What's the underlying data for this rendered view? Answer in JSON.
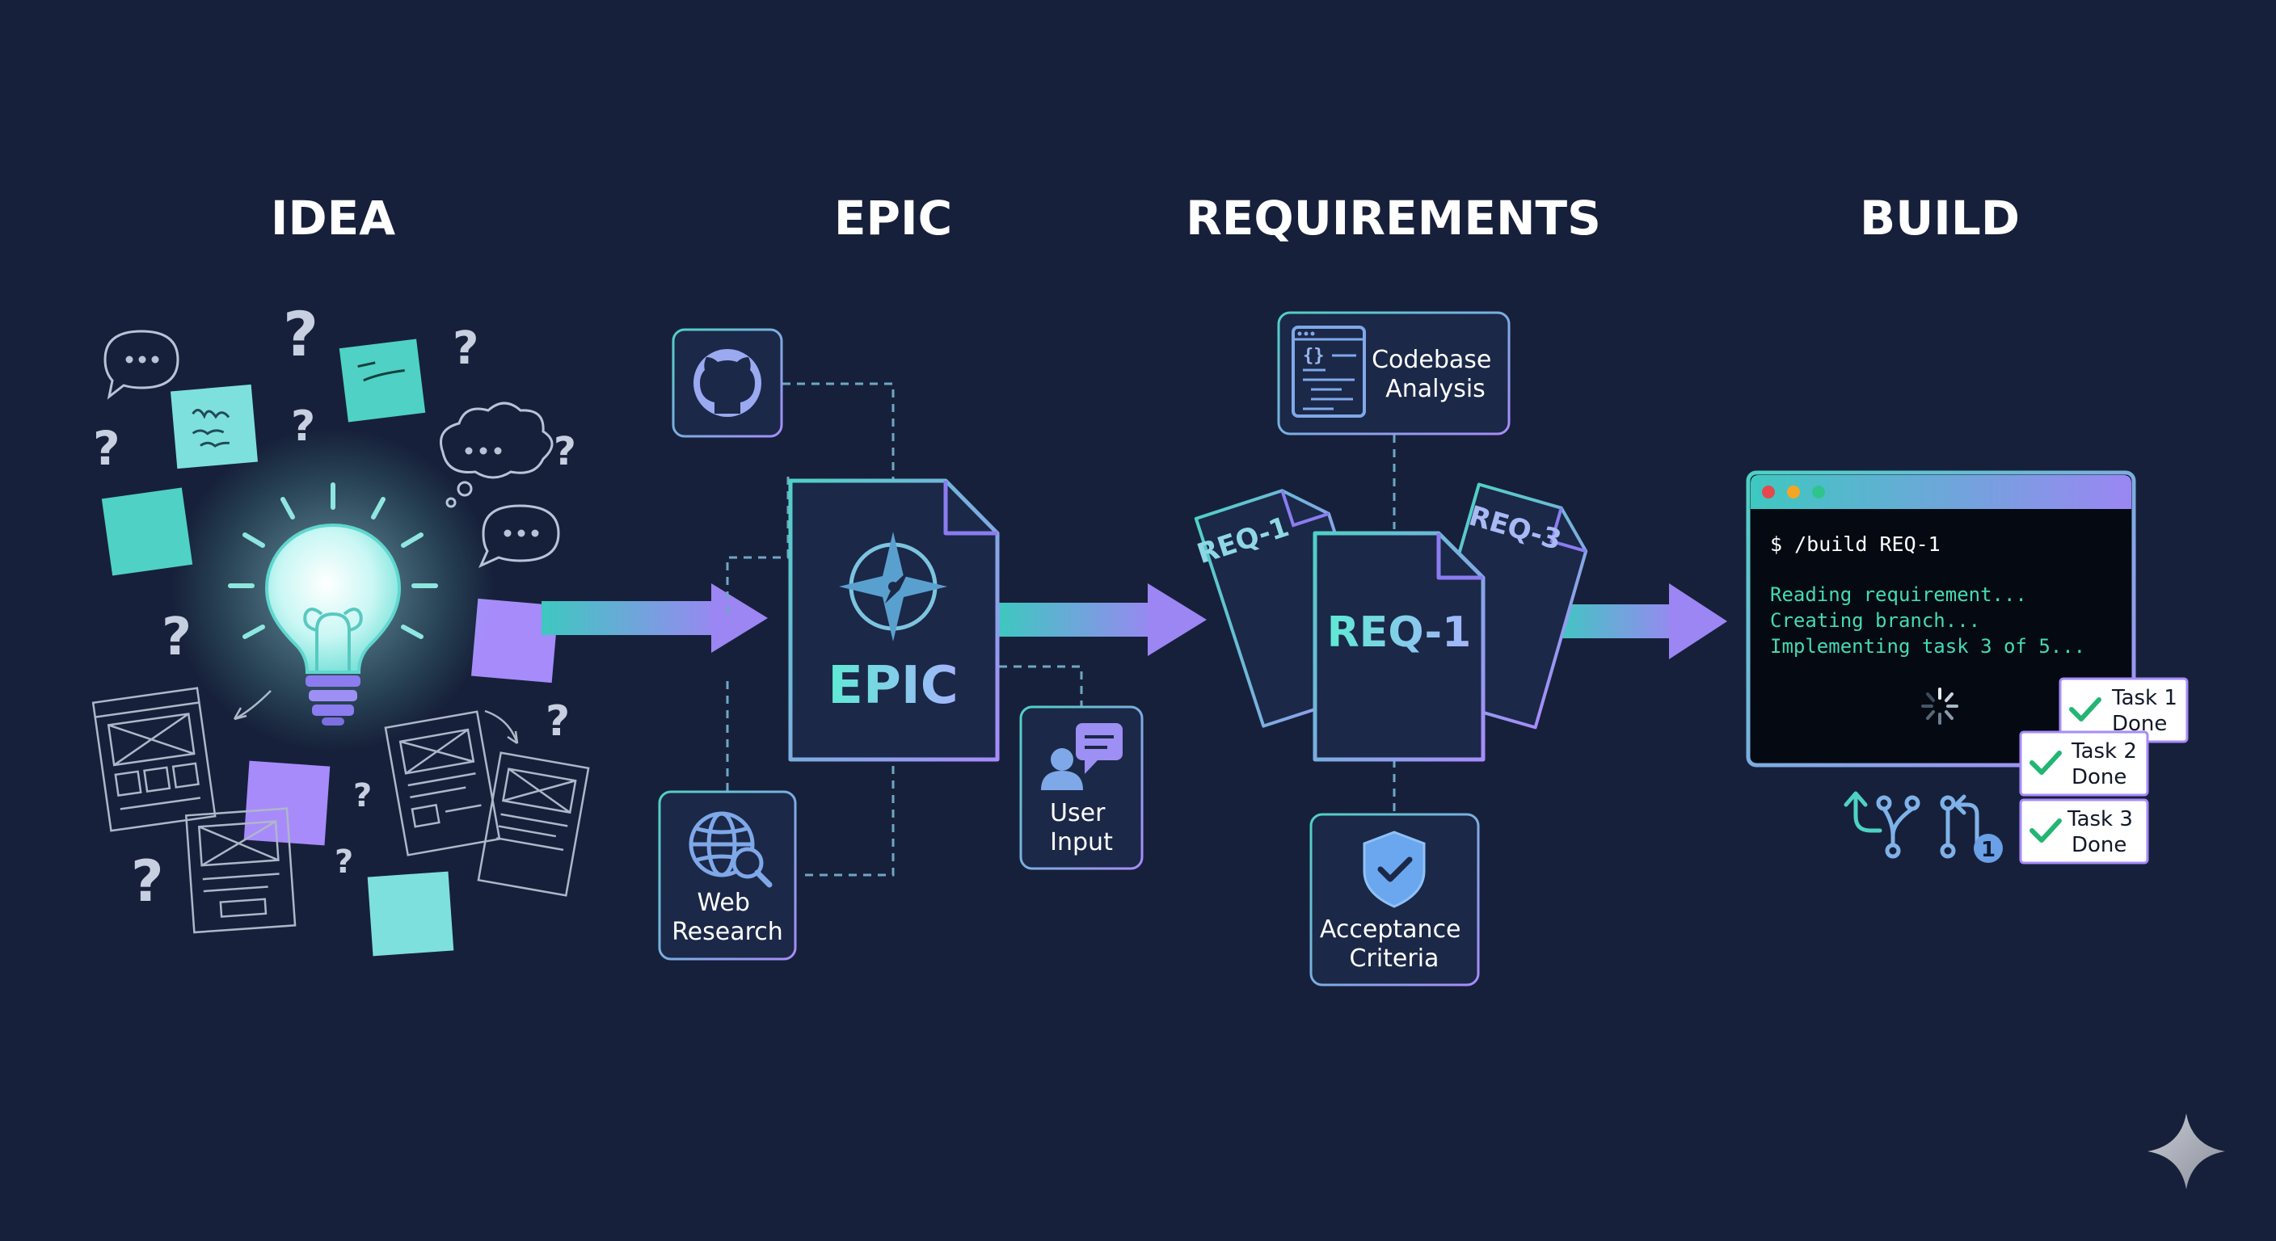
{
  "stages": [
    {
      "title": "IDEA"
    },
    {
      "title": "EPIC"
    },
    {
      "title": "REQUIREMENTS"
    },
    {
      "title": "BUILD"
    }
  ],
  "epic": {
    "doc_label": "EPIC",
    "inputs": [
      {
        "name": "github",
        "icon": "github-icon",
        "label": ""
      },
      {
        "name": "web-research",
        "icon": "globe-search-icon",
        "label_lines": [
          "Web",
          "Research"
        ]
      },
      {
        "name": "user-input",
        "icon": "user-chat-icon",
        "label_lines": [
          "User",
          "Input"
        ]
      }
    ]
  },
  "requirements": {
    "codebase_lines": [
      "Codebase",
      "Analysis"
    ],
    "acceptance_lines": [
      "Acceptance",
      "Criteria"
    ],
    "docs": [
      {
        "label": "REQ-1",
        "position": "back-left"
      },
      {
        "label": "REQ-3",
        "position": "back-right"
      },
      {
        "label": "REQ-1",
        "position": "front"
      }
    ]
  },
  "build": {
    "terminal": {
      "command": "$ /build REQ-1",
      "output": [
        "Reading requirement...",
        "Creating branch...",
        "Implementing task 3 of 5..."
      ],
      "window_dots": [
        "#e5484d",
        "#f5a524",
        "#30c48d"
      ]
    },
    "tasks": [
      {
        "lines": [
          "Task 1",
          "Done"
        ],
        "status": "done"
      },
      {
        "lines": [
          "Task 2",
          "Done"
        ],
        "status": "done"
      },
      {
        "lines": [
          "Task 3",
          "Done"
        ],
        "status": "done"
      }
    ],
    "git_icons": [
      "git-commit-icon",
      "git-branch-icon",
      "git-pull-request-icon"
    ],
    "pr_badge": "1"
  },
  "colors": {
    "background": "#17203a",
    "teal": "#4fd1c5",
    "violet": "#a78bfa",
    "sticky_teal": "#5eead4",
    "sticky_violet": "#c4b5fd",
    "terminal_green": "#46d9b4"
  }
}
